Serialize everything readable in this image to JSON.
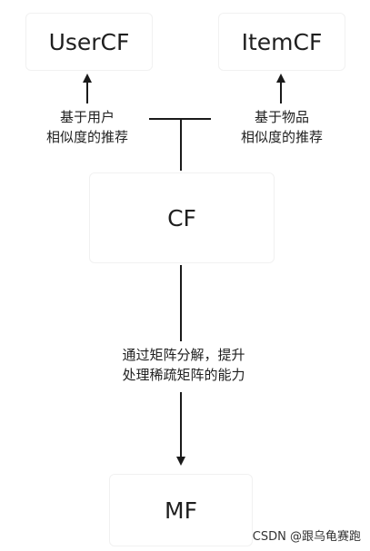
{
  "nodes": {
    "usercf": "UserCF",
    "itemcf": "ItemCF",
    "cf": "CF",
    "mf": "MF"
  },
  "edges": {
    "user": {
      "line1": "基于用户",
      "line2": "相似度的推荐"
    },
    "item": {
      "line1": "基于物品",
      "line2": "相似度的推荐"
    },
    "mf": {
      "line1": "通过矩阵分解，提升",
      "line2": "处理稀疏矩阵的能力"
    }
  },
  "watermark": "CSDN @跟乌龟赛跑",
  "colors": {
    "line": "#1a1a1a",
    "box_border": "#f1f1f1",
    "text": "#1f1f1f"
  }
}
